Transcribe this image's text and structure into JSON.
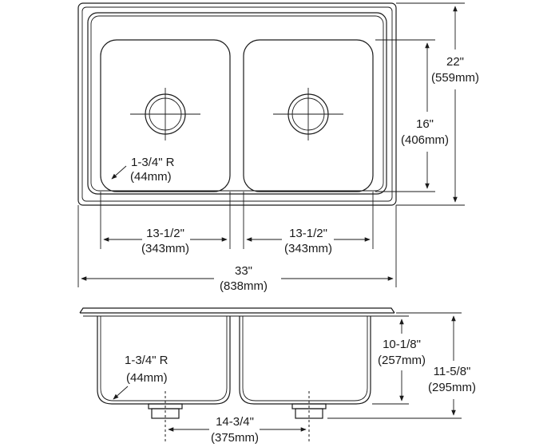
{
  "top_view": {
    "radius": {
      "line1": "1-3/4\" R",
      "line2": "(44mm)"
    },
    "overall_depth": {
      "line1": "22\"",
      "line2": "(559mm)"
    },
    "bowl_depth": {
      "line1": "16\"",
      "line2": "(406mm)"
    },
    "bowl_width_left": {
      "line1": "13-1/2\"",
      "line2": "(343mm)"
    },
    "bowl_width_right": {
      "line1": "13-1/2\"",
      "line2": "(343mm)"
    },
    "overall_width": {
      "line1": "33\"",
      "line2": "(838mm)"
    }
  },
  "side_view": {
    "radius": {
      "line1": "1-3/4\" R",
      "line2": "(44mm)"
    },
    "bowl_height": {
      "line1": "10-1/8\"",
      "line2": "(257mm)"
    },
    "overall_height": {
      "line1": "11-5/8\"",
      "line2": "(295mm)"
    },
    "drain_spacing": {
      "line1": "14-3/4\"",
      "line2": "(375mm)"
    }
  }
}
